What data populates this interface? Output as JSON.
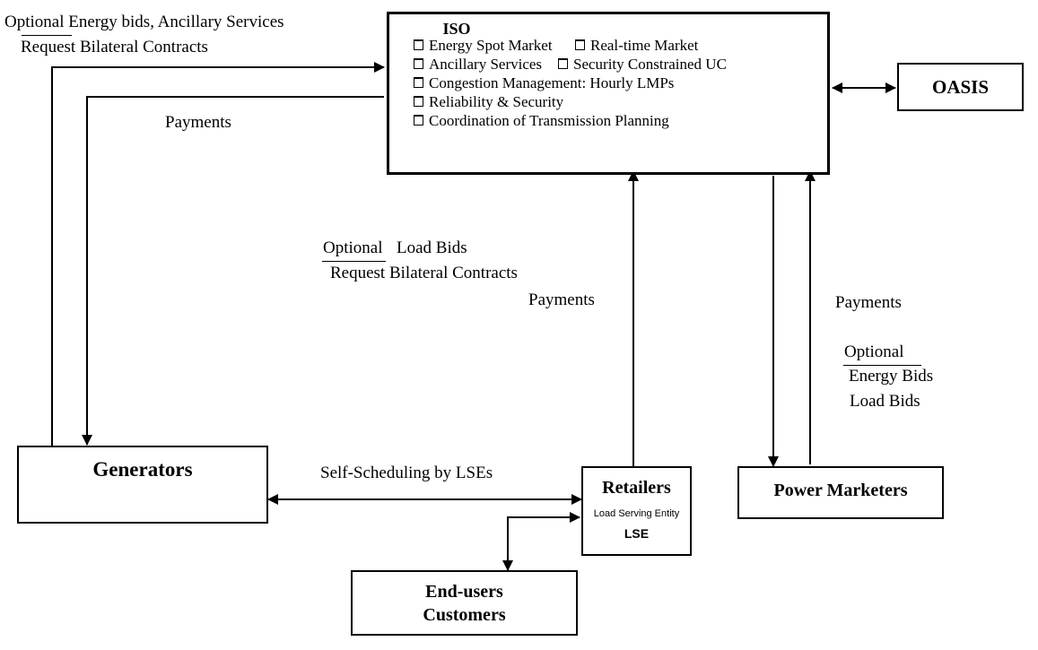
{
  "iso": {
    "title": "ISO",
    "items": [
      "Energy Spot  Market",
      "Real-time Market",
      "Ancillary Services",
      "Security Constrained UC",
      "Congestion Management: Hourly LMPs",
      "Reliability & Security",
      "Coordination of Transmission Planning"
    ]
  },
  "nodes": {
    "oasis": "OASIS",
    "generators": "Generators",
    "retailers_title": "Retailers",
    "retailers_subtitle": "Load Serving Entity",
    "retailers_abbr": "LSE",
    "power_marketers": "Power Marketers",
    "endusers_line1": "End-users",
    "endusers_line2": "Customers"
  },
  "edge_labels": {
    "gen_bids_optional": "Optional",
    "gen_bids_rest": " Energy bids, Ancillary Services",
    "gen_bilateral": "Request Bilateral Contracts",
    "gen_payments": "Payments",
    "load_optional": "Optional",
    "load_bids": "Load Bids",
    "load_bilateral": "Request Bilateral Contracts",
    "retailer_payments": "Payments",
    "marketer_payments": "Payments",
    "marketer_optional": "Optional",
    "marketer_energy_bids": "Energy Bids",
    "marketer_load_bids": "Load Bids",
    "self_scheduling": "Self-Scheduling by LSEs"
  }
}
